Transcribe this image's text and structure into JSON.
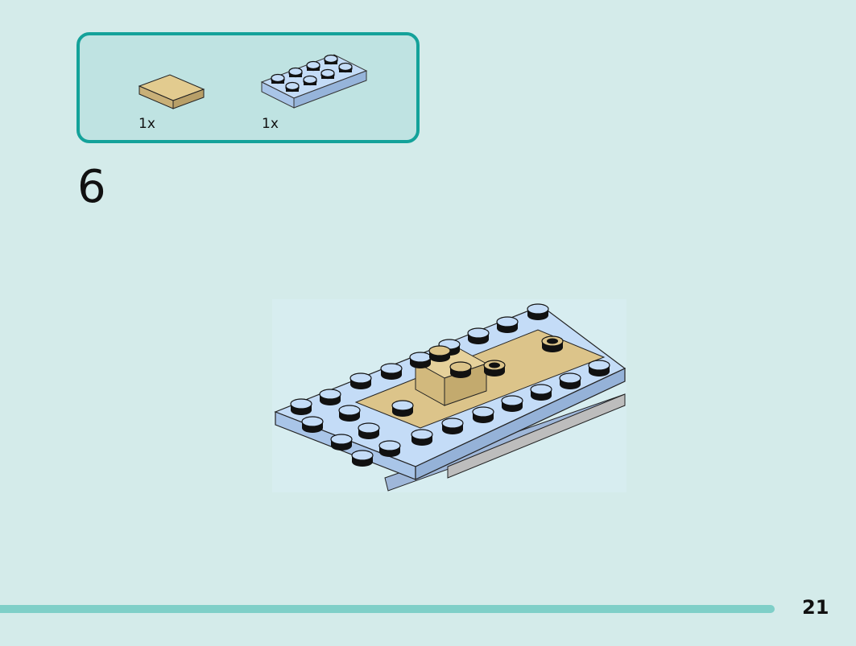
{
  "parts_list": {
    "items": [
      {
        "name": "tan-tile-2x2-icon",
        "quantity": "1x",
        "color": "#dcc48a"
      },
      {
        "name": "light-blue-plate-2x4-icon",
        "quantity": "1x",
        "color": "#b9d6f5"
      }
    ]
  },
  "step": {
    "number": "6"
  },
  "page": {
    "number": "21"
  },
  "colors": {
    "background": "#d4ebea",
    "accent": "#14a29a",
    "progress": "#7fcfc8",
    "tan": "#dcc48a",
    "light_blue": "#b9d6f5"
  }
}
